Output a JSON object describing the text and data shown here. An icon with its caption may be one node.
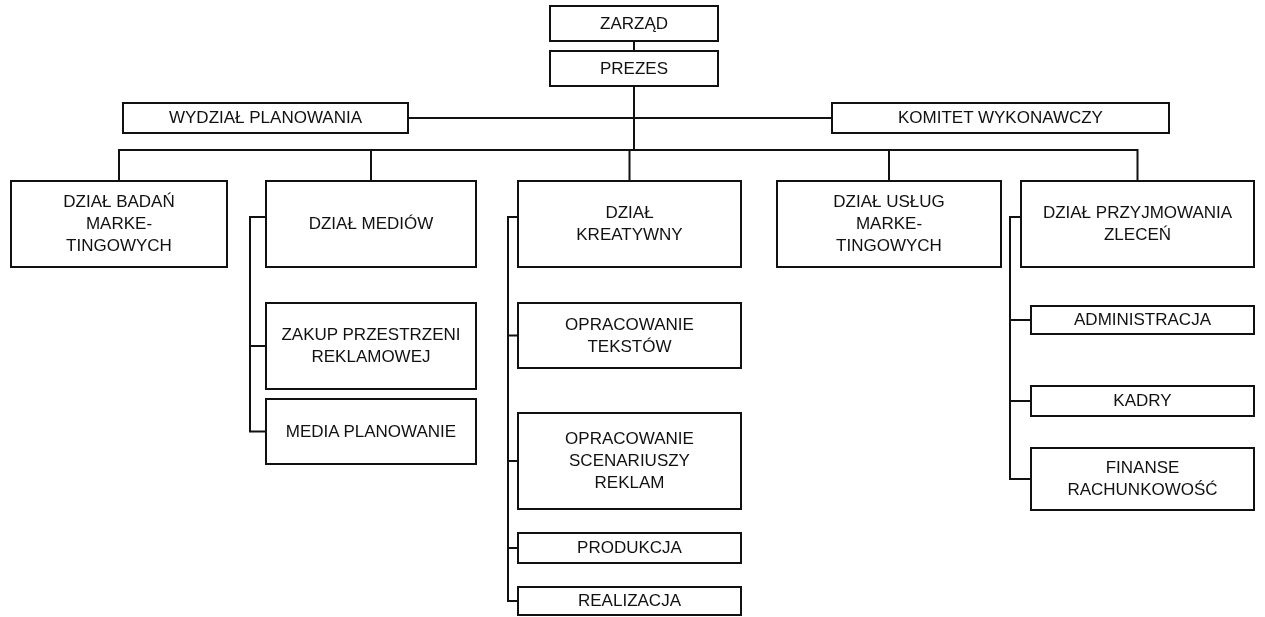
{
  "diagram": {
    "nodes": [
      {
        "text": [
          "ZARZĄD"
        ]
      },
      {
        "text": [
          "PREZES"
        ]
      },
      {
        "text": [
          "WYDZIAŁ PLANOWANIA"
        ]
      },
      {
        "text": [
          "KOMITET WYKONAWCZY"
        ]
      },
      {
        "text": [
          "DZIAŁ BADAŃ MARKE- TINGOWYCH"
        ]
      },
      {
        "text": [
          "DZIAŁ MEDIÓW"
        ]
      },
      {
        "text": [
          "ZAKUP PRZESTRZENI REKLAMOWEJ"
        ]
      },
      {
        "text": [
          "MEDIA PLANOWANIE"
        ]
      },
      {
        "text": [
          "DZIAŁ KREATYWNY"
        ]
      },
      {
        "text": [
          "OPRACOWANIE TEKSTÓW"
        ]
      },
      {
        "text": [
          "OPRACOWANIE SCENARIUSZY REKLAM"
        ]
      },
      {
        "text": [
          "PRODUKCJA"
        ]
      },
      {
        "text": [
          "REALIZACJA"
        ]
      },
      {
        "text": [
          "DZIAŁ USŁUG MARKE- TINGOWYCH"
        ]
      },
      {
        "text": [
          "DZIAŁ PRZYJMOWANIA ZLECEŃ"
        ]
      },
      {
        "text": [
          "ADMINISTRACJA"
        ]
      },
      {
        "text": [
          "KADRY"
        ]
      },
      {
        "text": [
          "FINANSE RACHUNKOWOŚĆ"
        ]
      }
    ],
    "edges": [
      {
        "from": 0,
        "to": 1,
        "arrow": "none"
      },
      {
        "from": 1,
        "to": 2,
        "arrow": "none"
      },
      {
        "from": 1,
        "to": 3,
        "arrow": "none"
      },
      {
        "from": 1,
        "to": 4,
        "arrow": "none"
      },
      {
        "from": 1,
        "to": 5,
        "arrow": "none"
      },
      {
        "from": 1,
        "to": 8,
        "arrow": "none"
      },
      {
        "from": 1,
        "to": 13,
        "arrow": "none"
      },
      {
        "from": 1,
        "to": 14,
        "arrow": "none"
      },
      {
        "from": 5,
        "to": 6,
        "arrow": "none"
      },
      {
        "from": 5,
        "to": 7,
        "arrow": "none"
      },
      {
        "from": 8,
        "to": 9,
        "arrow": "none"
      },
      {
        "from": 8,
        "to": 10,
        "arrow": "none"
      },
      {
        "from": 8,
        "to": 11,
        "arrow": "none"
      },
      {
        "from": 8,
        "to": 12,
        "arrow": "none"
      },
      {
        "from": 14,
        "to": 15,
        "arrow": "none"
      },
      {
        "from": 14,
        "to": 16,
        "arrow": "none"
      },
      {
        "from": 14,
        "to": 17,
        "arrow": "none"
      }
    ]
  }
}
